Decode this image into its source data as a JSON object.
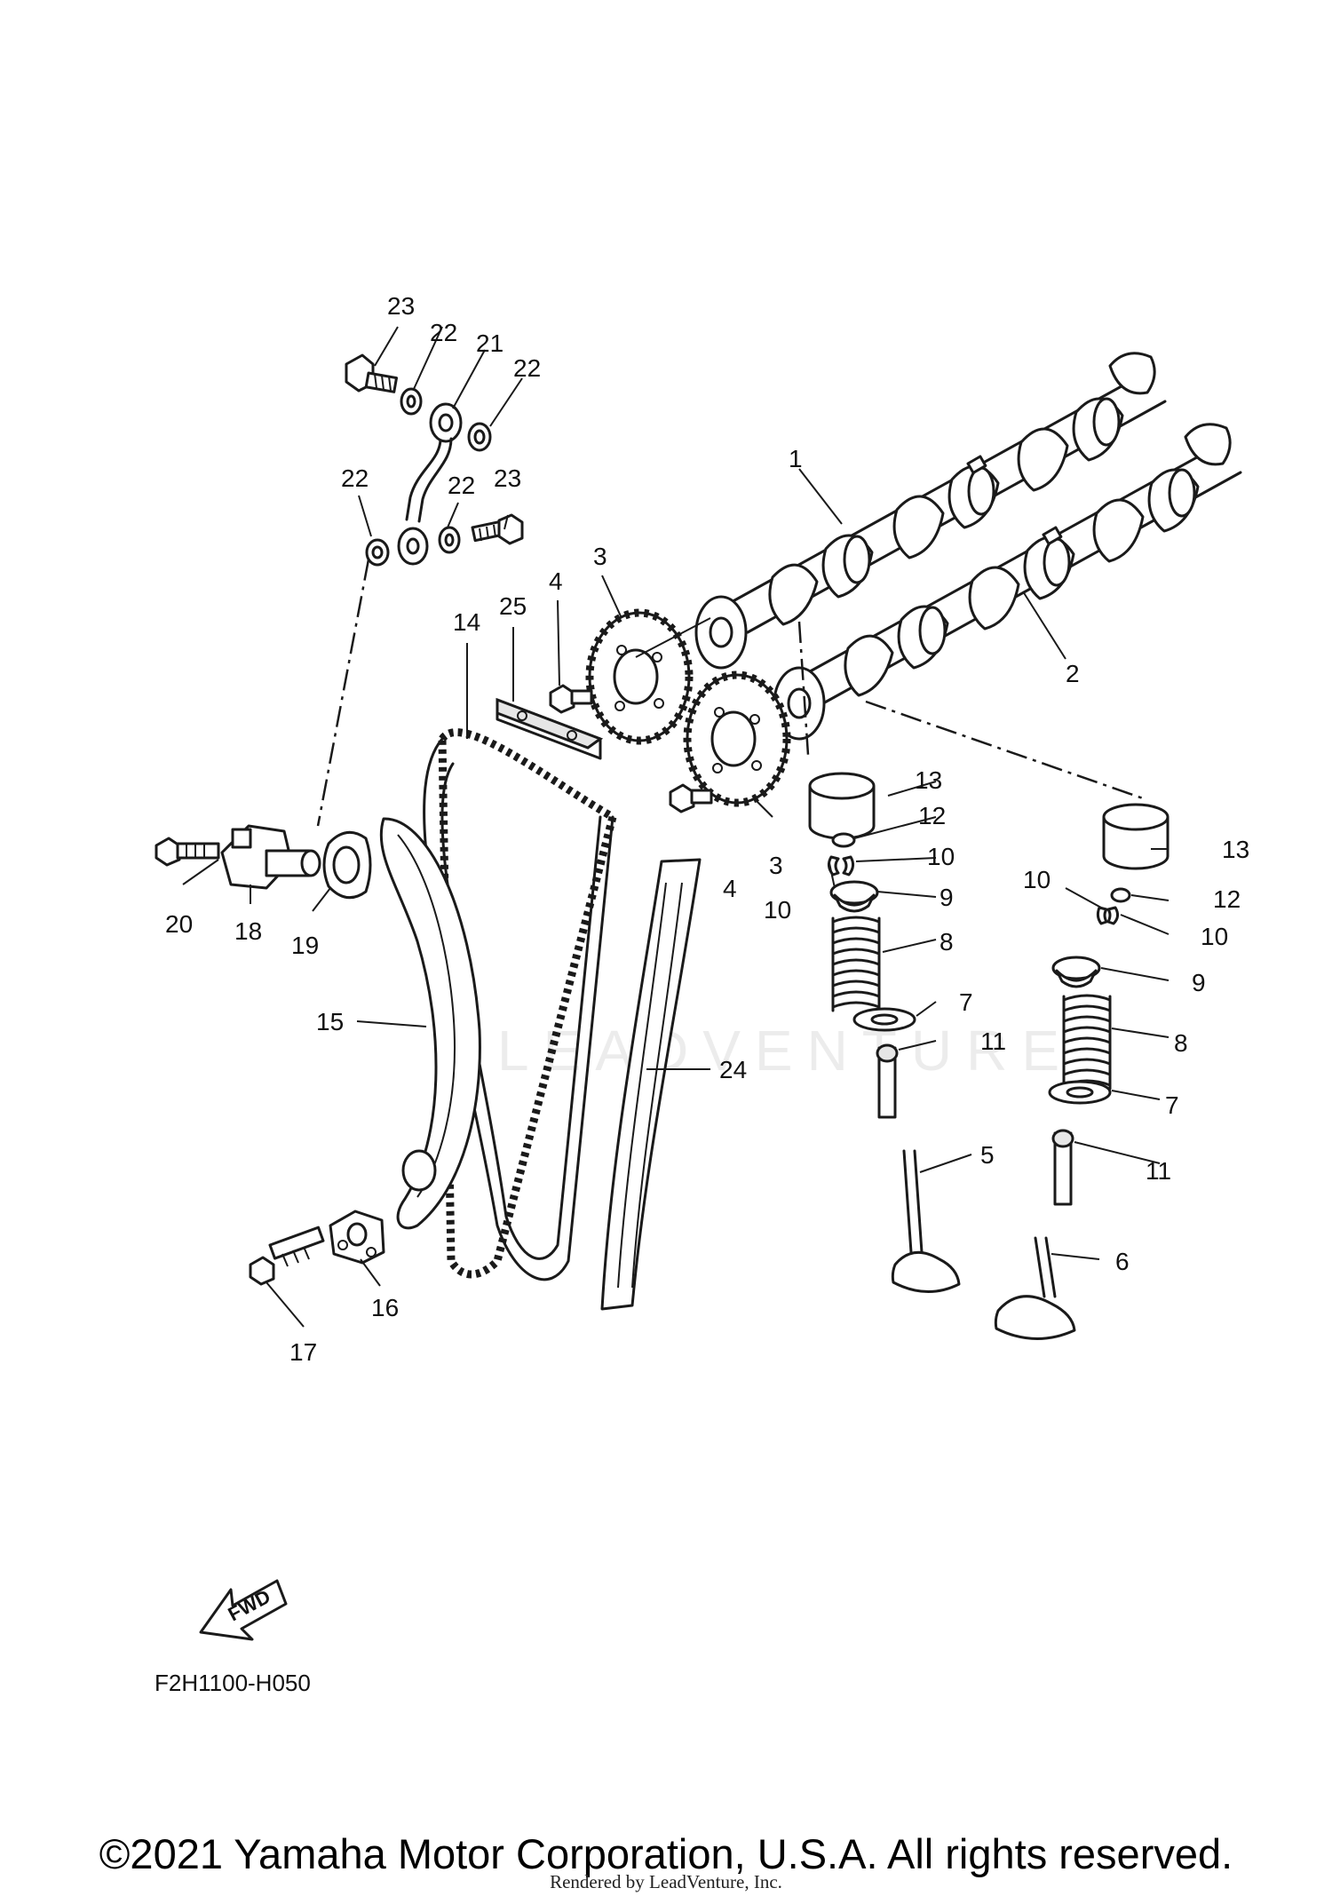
{
  "diagram": {
    "figure_code": "F2H1100-H050",
    "fwd_label": "FWD",
    "copyright": "©2021 Yamaha Motor Corporation, U.S.A. All rights reserved.",
    "rendered_by": "Rendered by LeadVenture, Inc.",
    "watermark": "LEADVENTURE",
    "callouts": [
      {
        "id": "c23a",
        "label": "23"
      },
      {
        "id": "c22a",
        "label": "22"
      },
      {
        "id": "c21",
        "label": "21"
      },
      {
        "id": "c22b",
        "label": "22"
      },
      {
        "id": "c22c",
        "label": "22"
      },
      {
        "id": "c22d",
        "label": "22"
      },
      {
        "id": "c23b",
        "label": "23"
      },
      {
        "id": "c1",
        "label": "1"
      },
      {
        "id": "c2",
        "label": "2"
      },
      {
        "id": "c3a",
        "label": "3"
      },
      {
        "id": "c3b",
        "label": "3"
      },
      {
        "id": "c4a",
        "label": "4"
      },
      {
        "id": "c4b",
        "label": "4"
      },
      {
        "id": "c25",
        "label": "25"
      },
      {
        "id": "c14",
        "label": "14"
      },
      {
        "id": "c13a",
        "label": "13"
      },
      {
        "id": "c13b",
        "label": "13"
      },
      {
        "id": "c12a",
        "label": "12"
      },
      {
        "id": "c12b",
        "label": "12"
      },
      {
        "id": "c10a",
        "label": "10"
      },
      {
        "id": "c10b",
        "label": "10"
      },
      {
        "id": "c10c",
        "label": "10"
      },
      {
        "id": "c10d",
        "label": "10"
      },
      {
        "id": "c9a",
        "label": "9"
      },
      {
        "id": "c9b",
        "label": "9"
      },
      {
        "id": "c8a",
        "label": "8"
      },
      {
        "id": "c8b",
        "label": "8"
      },
      {
        "id": "c7a",
        "label": "7"
      },
      {
        "id": "c7b",
        "label": "7"
      },
      {
        "id": "c11a",
        "label": "11"
      },
      {
        "id": "c11b",
        "label": "11"
      },
      {
        "id": "c5",
        "label": "5"
      },
      {
        "id": "c6",
        "label": "6"
      },
      {
        "id": "c20",
        "label": "20"
      },
      {
        "id": "c18",
        "label": "18"
      },
      {
        "id": "c19",
        "label": "19"
      },
      {
        "id": "c15",
        "label": "15"
      },
      {
        "id": "c24",
        "label": "24"
      },
      {
        "id": "c16",
        "label": "16"
      },
      {
        "id": "c17",
        "label": "17"
      }
    ]
  }
}
